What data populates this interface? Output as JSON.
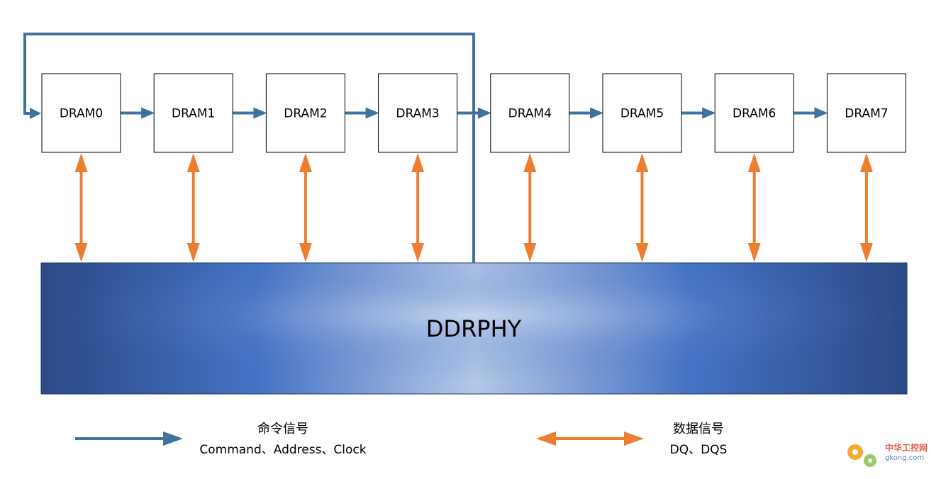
{
  "diagram": {
    "drams": [
      "DRAM0",
      "DRAM1",
      "DRAM2",
      "DRAM3",
      "DRAM4",
      "DRAM5",
      "DRAM6",
      "DRAM7"
    ],
    "phy_label": "DDRPHY",
    "legend": {
      "command": {
        "title": "命令信号",
        "subtitle": "Command、Address、Clock"
      },
      "data": {
        "title": "数据信号",
        "subtitle": "DQ、DQS"
      }
    },
    "colors": {
      "command_line": "#41719c",
      "data_line": "#ed7d31",
      "phy_dark": "#2a4a86",
      "phy_mid": "#4472c4",
      "phy_light": "#b4c7e7"
    }
  },
  "watermark": {
    "title": "中华工控网",
    "subtitle": "gkong.com",
    "logo_icon": "gear-icon"
  }
}
